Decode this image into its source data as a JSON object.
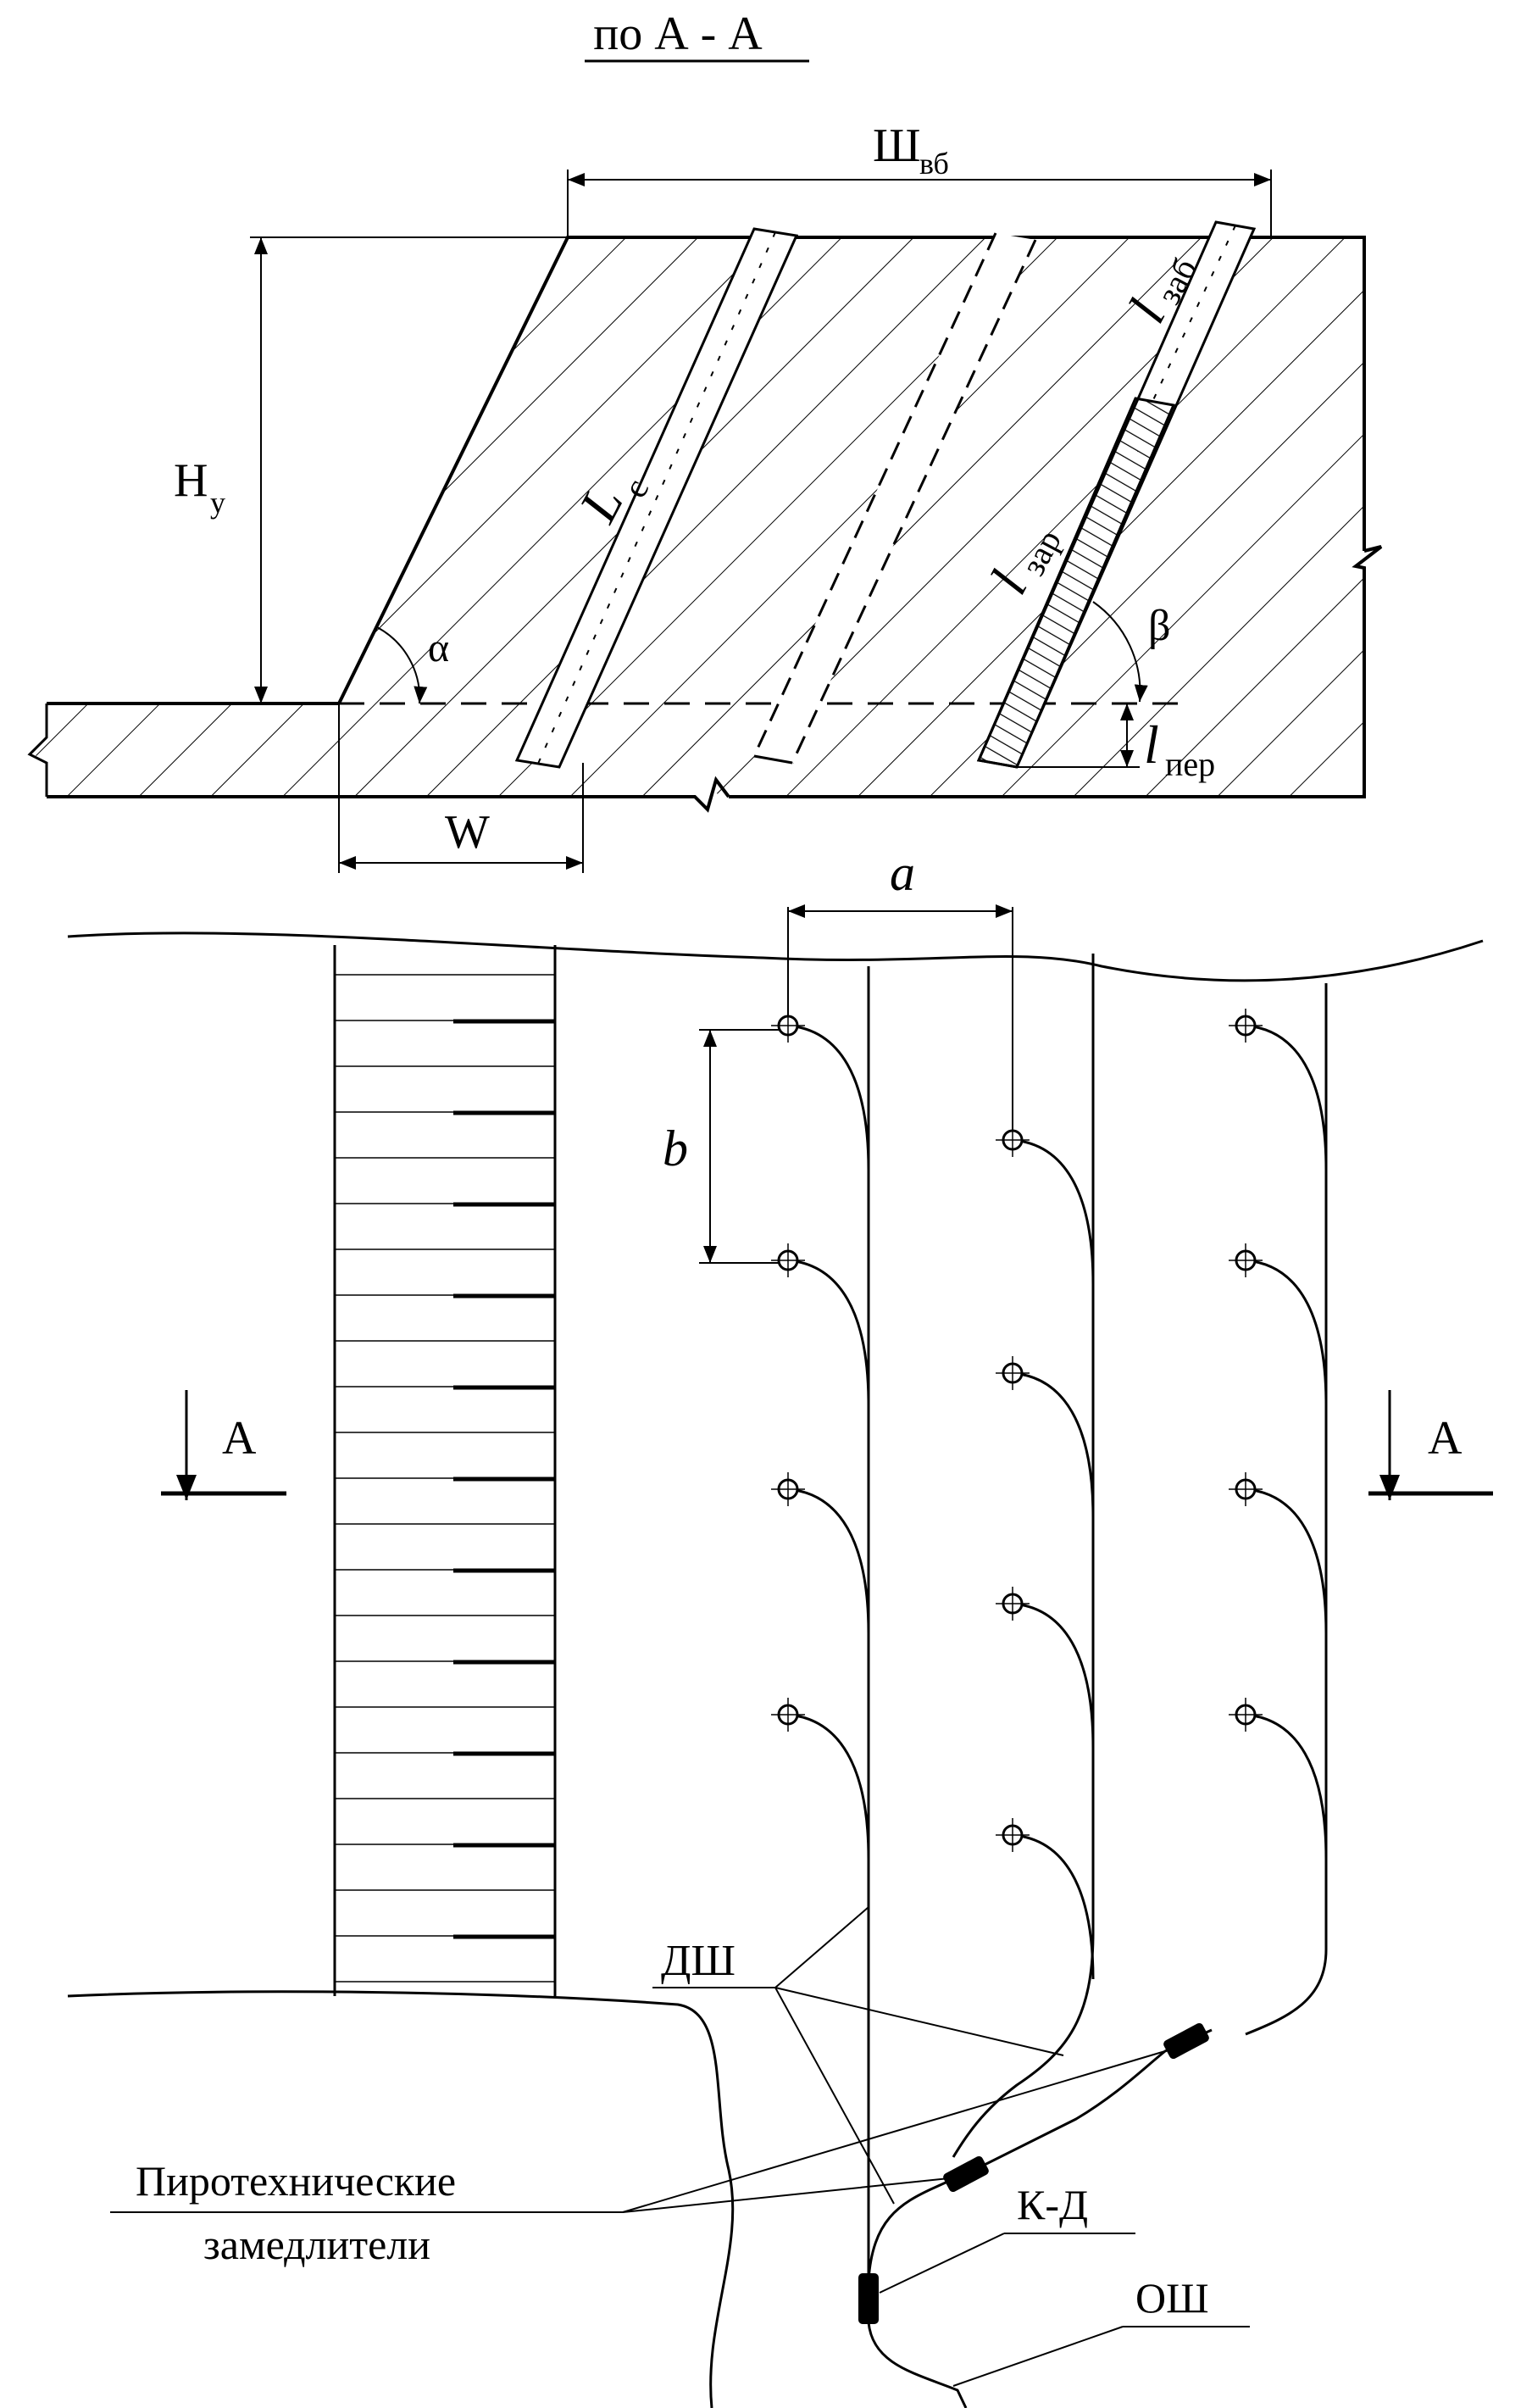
{
  "section_title": "по А - А",
  "labels": {
    "width_total": "Ш",
    "width_total_sub": "вб",
    "height": "Н",
    "height_sub": "у",
    "hole_length": "L",
    "hole_length_sub": "с",
    "stemming": "l",
    "stemming_sub": "заб",
    "charge": "l",
    "charge_sub": "зар",
    "subdrill": "l",
    "subdrill_sub": "пер",
    "slope_angle": "α",
    "hole_angle": "β",
    "burden": "W",
    "spacing_a": "a",
    "spacing_b": "b",
    "section_marker_left": "А",
    "section_marker_right": "А",
    "detonating_cord": "ДШ",
    "delays_line1": "Пиротехнические",
    "delays_line2": "замедлители",
    "connector": "К-Д",
    "shock_tube": "ОШ"
  },
  "layout": {
    "rows": 3,
    "holes_per_row": [
      4,
      4,
      4
    ]
  }
}
